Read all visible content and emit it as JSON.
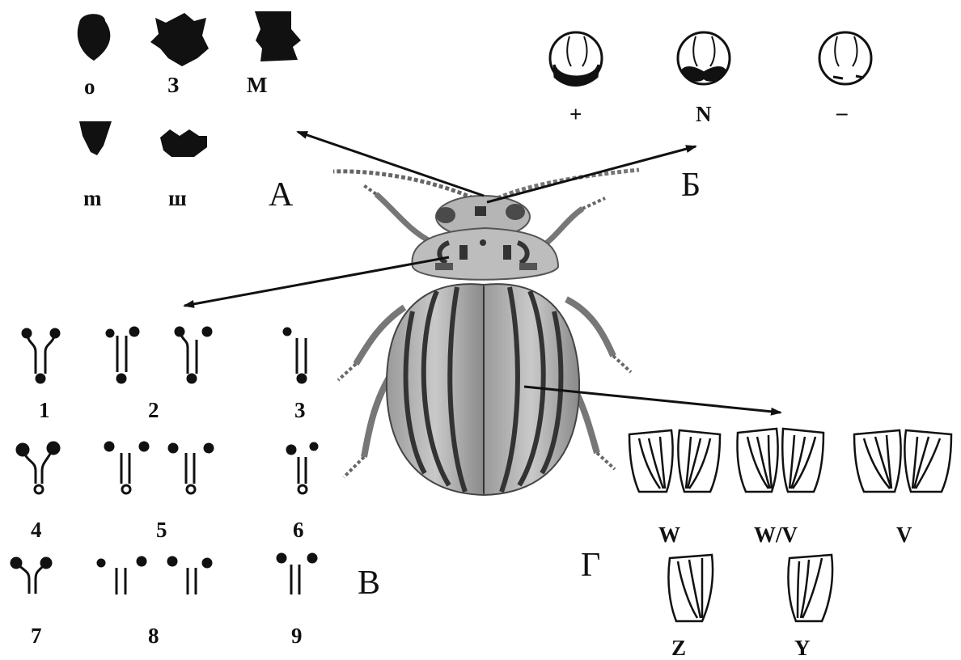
{
  "panels": {
    "A": {
      "letter": "А",
      "shapes": [
        "о",
        "З",
        "М",
        "m",
        "ш"
      ]
    },
    "B": {
      "letter": "Б",
      "marks": [
        "+",
        "N",
        "–"
      ]
    },
    "V": {
      "letter": "В",
      "patterns": [
        "1",
        "2",
        "3",
        "4",
        "5",
        "6",
        "7",
        "8",
        "9"
      ]
    },
    "G": {
      "letter": "Г",
      "types": [
        "W",
        "W/V",
        "V",
        "Z",
        "Y"
      ]
    }
  },
  "colors": {
    "ink": "#111111",
    "beetle_body": "#8e8e8e",
    "beetle_light": "#d6d6d6"
  }
}
